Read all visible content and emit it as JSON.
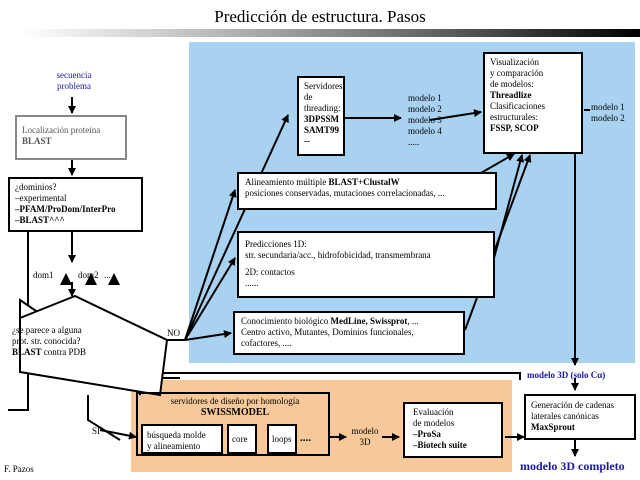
{
  "title": "Predicción de estructura. Pasos",
  "colors": {
    "blue_region": "#a9d1f0",
    "orange_region": "#f7c99a",
    "blue_text": "#1a1a9c"
  },
  "query": {
    "line1": "secuencia",
    "line2": "problema"
  },
  "localization": {
    "line1": "Localización proteína",
    "line2": "BLAST"
  },
  "domains": {
    "line1": "¿dominios?",
    "line2": "–experimental",
    "line3": "–PFAM/ProDom/InterPro",
    "line4": "–BLAST^^^"
  },
  "dom_labels": {
    "dom1": "dom1",
    "dom2": "dom2",
    "etc": "..."
  },
  "decision": {
    "line1": "¿se parece a alguna",
    "line2": "prot. str. conocida?",
    "line3_bold": "BLAST",
    "line3_rest": " contra PDB"
  },
  "no_label": "NO",
  "si_label": "SI",
  "threading": {
    "line1": "Servidores",
    "line2": "de threading:",
    "line3": "3DPSSM",
    "line4": "SAMT99",
    "line5": "--"
  },
  "models_a": {
    "line1": "modelo 1",
    "line2": "modelo 2",
    "line3": "modelo 3",
    "line4": "modelo 4",
    "line5": "....."
  },
  "visual": {
    "line1": "Visualización",
    "line2": "y comparación",
    "line3": "de modelos:",
    "line4": "Threadlize",
    "line5": "Clasificaciones",
    "line6": "estructurales:",
    "line7": "FSSP, SCOP"
  },
  "models_b": {
    "line1": "modelo 1",
    "line2": "modelo 2"
  },
  "alignment": {
    "prefix": "Alineamiento múltiple ",
    "bold": "BLAST+ClustalW",
    "line2": "posiciones conservadas, mutaciones correlacionadas, ..."
  },
  "predictions": {
    "line1": "Predicciones 1D:",
    "line2": "str. secundaria/acc., hidrofobicidad, transmembrana",
    "line3": "2D: contactos",
    "line4": "......"
  },
  "biological": {
    "prefix": "Conocimiento biológico ",
    "bold": "MedLine, Swissprot",
    "suffix": ", ...",
    "line2": "Centro activo, Mutantes, Dominios funcionales,",
    "line3": "cofactores, ...."
  },
  "ca_model": "modelo 3D (solo Cα)",
  "homology": {
    "line1": "servidores de diseño por homología",
    "line2": "SWISSMODEL"
  },
  "search": {
    "line1": "búsqueda molde",
    "line2": "y alineamiento"
  },
  "core": "core",
  "loops": "loops",
  "dots": "....",
  "model3d": {
    "line1": "modelo",
    "line2": "3D"
  },
  "evaluation": {
    "line1": "Evaluación",
    "line2": "de modelos",
    "line3": "–ProSa",
    "line4": "–Biotech suite"
  },
  "sidechains": {
    "line1": "Generación de cadenas",
    "line2": "laterales canónicas",
    "line3": "MaxSprout"
  },
  "final": "modelo 3D completo",
  "author": "F. Pazos"
}
